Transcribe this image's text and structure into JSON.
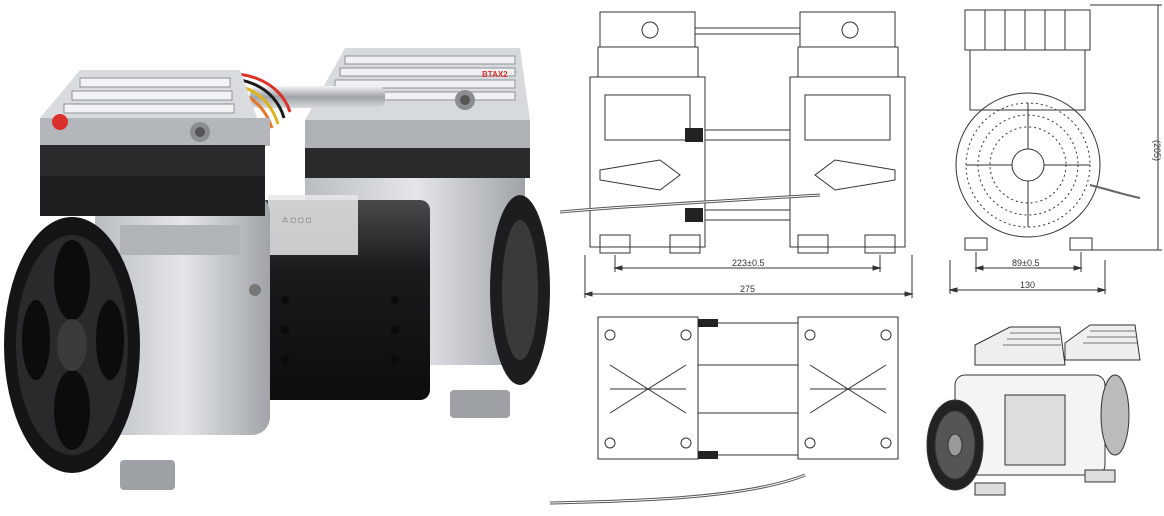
{
  "product": {
    "brand_mark": "BTAX2"
  },
  "drawing": {
    "front_view": {
      "dim_mount_spacing": "223±0.5",
      "dim_total_length": "275"
    },
    "side_view": {
      "dim_height": "(205)",
      "dim_mount_spacing": "89±0.5",
      "dim_width": "130"
    }
  },
  "colors": {
    "housing_silver": "#c9ccd0",
    "motor_black": "#1c1c1e",
    "gasket_black": "#2a2a2c",
    "line": "#333333",
    "valve_port_red": "#d9312b"
  }
}
